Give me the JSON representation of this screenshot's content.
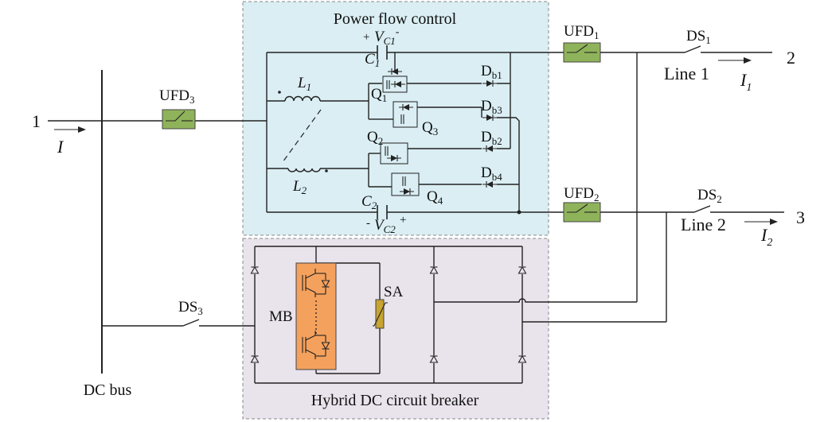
{
  "titles": {
    "pfc": "Power flow control",
    "hcb": "Hybrid DC circuit breaker",
    "dc_bus": "DC bus"
  },
  "nodes": {
    "n1": "1",
    "n2": "2",
    "n3": "3"
  },
  "currents": {
    "i": "I",
    "i1": "I",
    "i1_sub": "1",
    "i2": "I",
    "i2_sub": "2"
  },
  "lines": {
    "line1": "Line 1",
    "line2": "Line 2"
  },
  "ufd": {
    "ufd1": "UFD",
    "ufd1_sub": "1",
    "ufd2": "UFD",
    "ufd2_sub": "2",
    "ufd3": "UFD",
    "ufd3_sub": "3"
  },
  "ds": {
    "ds1": "DS",
    "ds1_sub": "1",
    "ds2": "DS",
    "ds2_sub": "2",
    "ds3": "DS",
    "ds3_sub": "3"
  },
  "caps": {
    "c1": "C",
    "c1_sub": "1",
    "c2": "C",
    "c2_sub": "2",
    "vc1_plus": "+",
    "vc1": "V",
    "vc1_sub": "C1",
    "vc1_minus": "-",
    "vc2_minus": "-",
    "vc2": "V",
    "vc2_sub": "C2",
    "vc2_plus": "+"
  },
  "inductors": {
    "l1": "L",
    "l1_sub": "1",
    "l2": "L",
    "l2_sub": "2"
  },
  "switches": {
    "q1": "Q",
    "q1_sub": "1",
    "q2": "Q",
    "q2_sub": "2",
    "q3": "Q",
    "q3_sub": "3",
    "q4": "Q",
    "q4_sub": "4"
  },
  "diodes": {
    "db1": "D",
    "db1_sub": "b1",
    "db2": "D",
    "db2_sub": "b2",
    "db3": "D",
    "db3_sub": "b3",
    "db4": "D",
    "db4_sub": "b4"
  },
  "breaker": {
    "mb": "MB",
    "sa": "SA"
  },
  "colors": {
    "pfc_fill": "#daeef3",
    "hcb_fill": "#e9e3ec",
    "ufd_fill": "#8fb35a",
    "mb_fill": "#f4a15d",
    "sa_fill": "#c8a430"
  }
}
